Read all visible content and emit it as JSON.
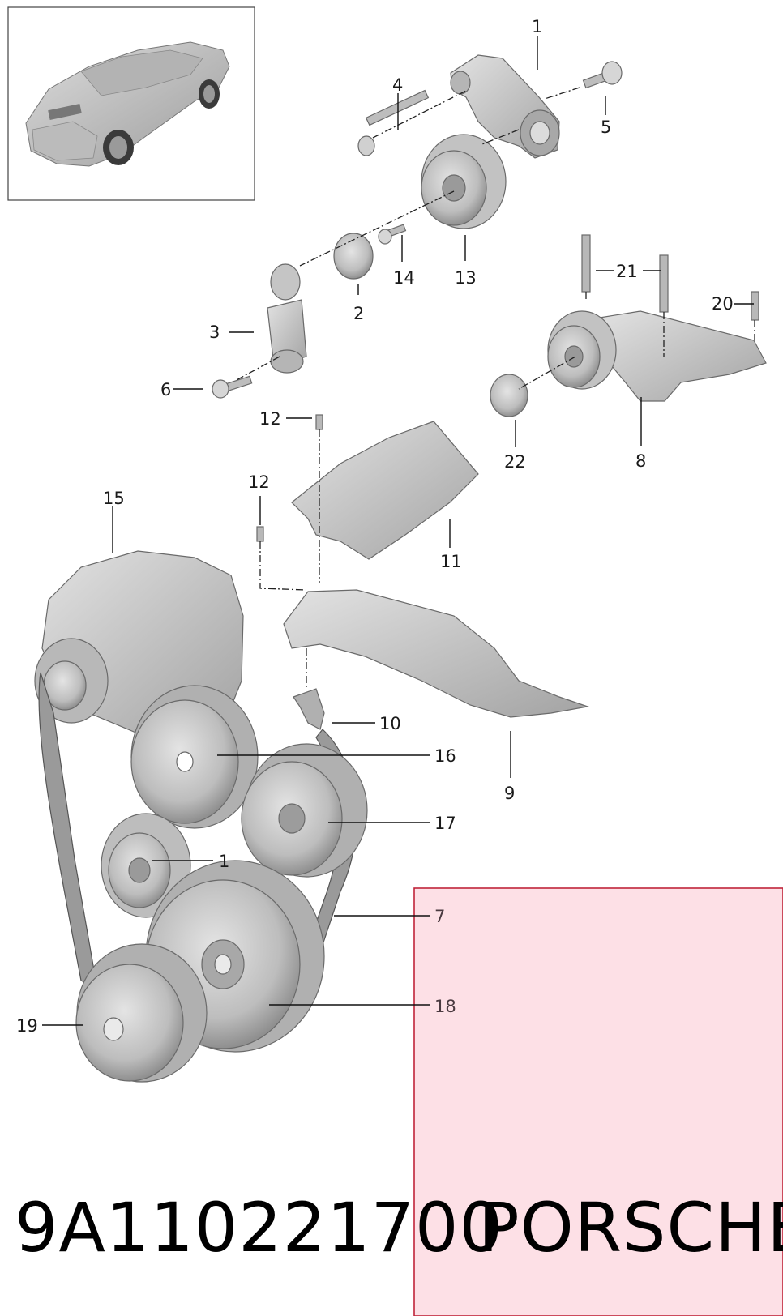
{
  "footer": {
    "part_number": "9A110221700",
    "brand": "PORSCHE"
  },
  "colors": {
    "highlight_fill": "#fde0e6",
    "highlight_border": "#c0243a",
    "part_fill": "#c9c9c9",
    "part_shade": "#9a9a9a"
  },
  "callouts": [
    {
      "id": "c1",
      "label": "1"
    },
    {
      "id": "c4",
      "label": "4"
    },
    {
      "id": "c5",
      "label": "5"
    },
    {
      "id": "c13",
      "label": "13"
    },
    {
      "id": "c14",
      "label": "14"
    },
    {
      "id": "c2",
      "label": "2"
    },
    {
      "id": "c3",
      "label": "3"
    },
    {
      "id": "c6",
      "label": "6"
    },
    {
      "id": "c21",
      "label": "21"
    },
    {
      "id": "c20",
      "label": "20"
    },
    {
      "id": "c22",
      "label": "22"
    },
    {
      "id": "c8",
      "label": "8"
    },
    {
      "id": "c12a",
      "label": "12"
    },
    {
      "id": "c12b",
      "label": "12"
    },
    {
      "id": "c11",
      "label": "11"
    },
    {
      "id": "c15",
      "label": "15"
    },
    {
      "id": "c10",
      "label": "10"
    },
    {
      "id": "c9",
      "label": "9"
    },
    {
      "id": "c16",
      "label": "16"
    },
    {
      "id": "c17",
      "label": "17"
    },
    {
      "id": "c1b",
      "label": "1"
    },
    {
      "id": "c7",
      "label": "7"
    },
    {
      "id": "c18",
      "label": "18"
    },
    {
      "id": "c19",
      "label": "19"
    }
  ]
}
